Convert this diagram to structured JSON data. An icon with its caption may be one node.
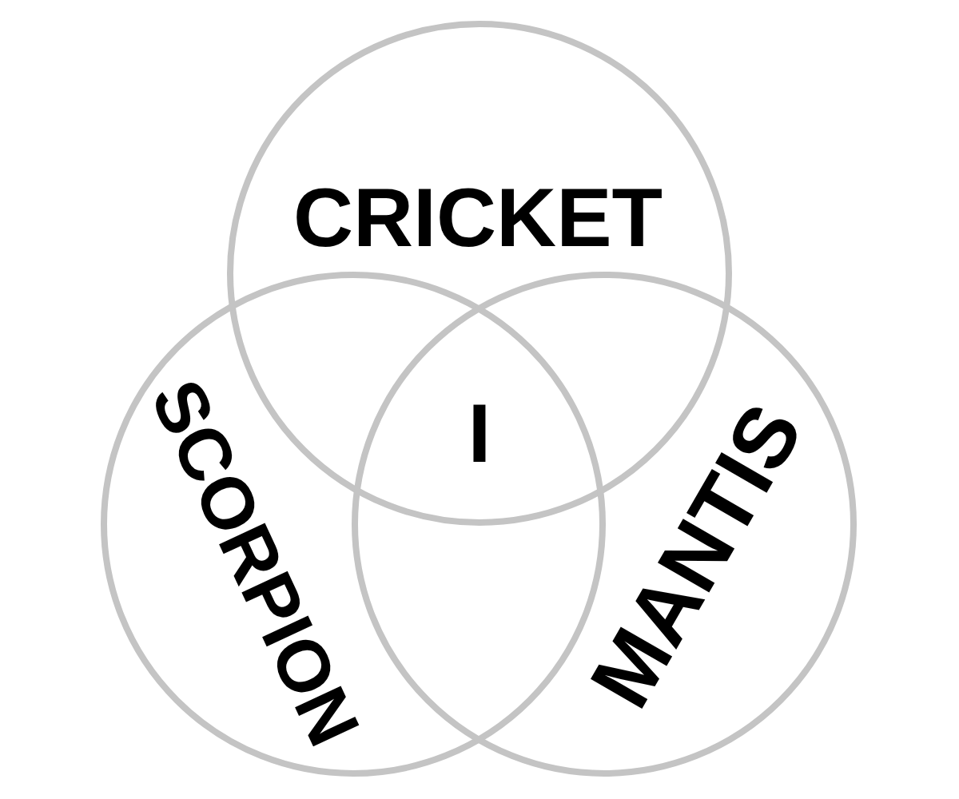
{
  "diagram": {
    "nodes": [
      {
        "text": [
          "CRICKET"
        ]
      },
      {
        "text": [
          "SCORPION"
        ]
      },
      {
        "text": [
          "MANTIS"
        ]
      }
    ],
    "labels": [
      "I"
    ]
  }
}
